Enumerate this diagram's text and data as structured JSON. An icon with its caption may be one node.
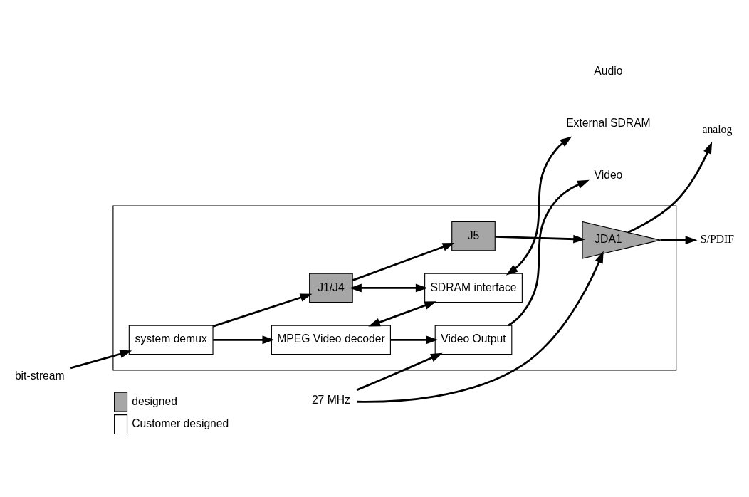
{
  "diagram": {
    "nodes": [
      {
        "text": [],
        "shape": "box"
      },
      {
        "text": [
          "system demux"
        ],
        "in": 0
      },
      {
        "text": [
          "MPEG Video decoder"
        ],
        "in": 0
      },
      {
        "text": [
          "Video Output"
        ],
        "in": 0
      },
      {
        "text": [
          "J1/J4"
        ],
        "in": 0
      },
      {
        "text": [
          "J5"
        ],
        "in": 0
      },
      {
        "text": [
          "JDA1"
        ],
        "in": 0
      },
      {
        "text": [
          "SDRAM interface"
        ],
        "in": 0
      },
      {
        "text": [
          "bit-stream"
        ]
      },
      {
        "text": [
          "Video"
        ]
      },
      {
        "text": [
          "analog"
        ]
      },
      {
        "text": [
          "S/PDIF"
        ]
      },
      {
        "text": [
          "27 MHz"
        ]
      },
      {
        "text": [
          "External SDRAM"
        ]
      }
    ],
    "edges": [
      {
        "from": 8,
        "to": 1,
        "arrow": "to"
      },
      {
        "from": 1,
        "to": 2,
        "arrow": "to"
      },
      {
        "from": 1,
        "to": 4,
        "arrow": "to"
      },
      {
        "from": 2,
        "to": 3,
        "arrow": "to"
      },
      {
        "from": 3,
        "to": 9,
        "arrow": "to"
      },
      {
        "from": 2,
        "to": 7,
        "arrow": "both"
      },
      {
        "from": 4,
        "to": 7,
        "arrow": "both"
      },
      {
        "from": 4,
        "to": 5,
        "arrow": "to"
      },
      {
        "from": 5,
        "to": 6,
        "arrow": "to"
      },
      {
        "from": 6,
        "to": 10,
        "arrow": "to"
      },
      {
        "from": 6,
        "to": 11,
        "arrow": "to"
      },
      {
        "from": 12,
        "to": 3,
        "arrow": "to"
      },
      {
        "from": 12,
        "to": 6,
        "arrow": "to"
      },
      {
        "from": 7,
        "to": 13,
        "arrow": "both"
      }
    ],
    "labels": [
      "Audio"
    ],
    "legend": [
      {
        "text": "designed",
        "color": "#a6a6a6"
      },
      {
        "text": "Customer designed",
        "color": "#ffffff"
      }
    ]
  }
}
